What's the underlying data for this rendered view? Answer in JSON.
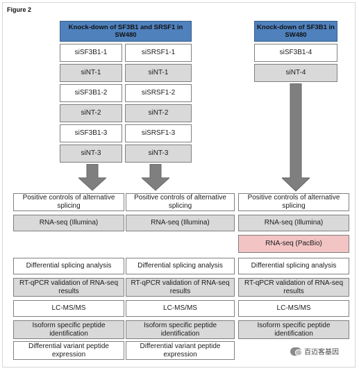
{
  "figure_label": "Figure 2",
  "left_panel": {
    "header": "Knock-down of SF3B1 and SRSF1 in SW480",
    "col1": [
      "siSF3B1-1",
      "siNT-1",
      "siSF3B1-2",
      "siNT-2",
      "siSF3B1-3",
      "siNT-3"
    ],
    "col2": [
      "siSRSF1-1",
      "siNT-1",
      "siSRSF1-2",
      "siNT-2",
      "siSRSF1-3",
      "siNT-3"
    ]
  },
  "right_panel": {
    "header": "Knock-down of SF3B1 in SW480",
    "items": [
      "siSF3B1-4",
      "siNT-4"
    ]
  },
  "lower_col1": [
    "Positive controls of alternative splicing",
    "RNA-seq (Illumina)",
    "Differential splicing analysis",
    "RT-qPCR validation of RNA-seq results",
    "LC-MS/MS",
    "Isoform specific peptide identification",
    "Differential variant peptide expression"
  ],
  "lower_col2": [
    "Positive controls of alternative splicing",
    "RNA-seq (Illumina)",
    "Differential splicing analysis",
    "RT-qPCR validation of RNA-seq results",
    "LC-MS/MS",
    "Isoform specific peptide identification",
    "Differential variant peptide expression"
  ],
  "lower_col3": [
    "Positive controls of alternative splicing",
    "RNA-seq (Illumina)",
    "RNA-seq (PacBio)",
    "Differential splicing analysis",
    "RT-qPCR validation of RNA-seq results",
    "LC-MS/MS",
    "Isoform specific peptide identification"
  ],
  "watermark_text": "百迈客基因",
  "colors": {
    "header_blue": "#4f81bd",
    "gray": "#d9d9d9",
    "pacbio_pink": "#f2c4c4",
    "arrow_gray": "#7f7f7f"
  }
}
